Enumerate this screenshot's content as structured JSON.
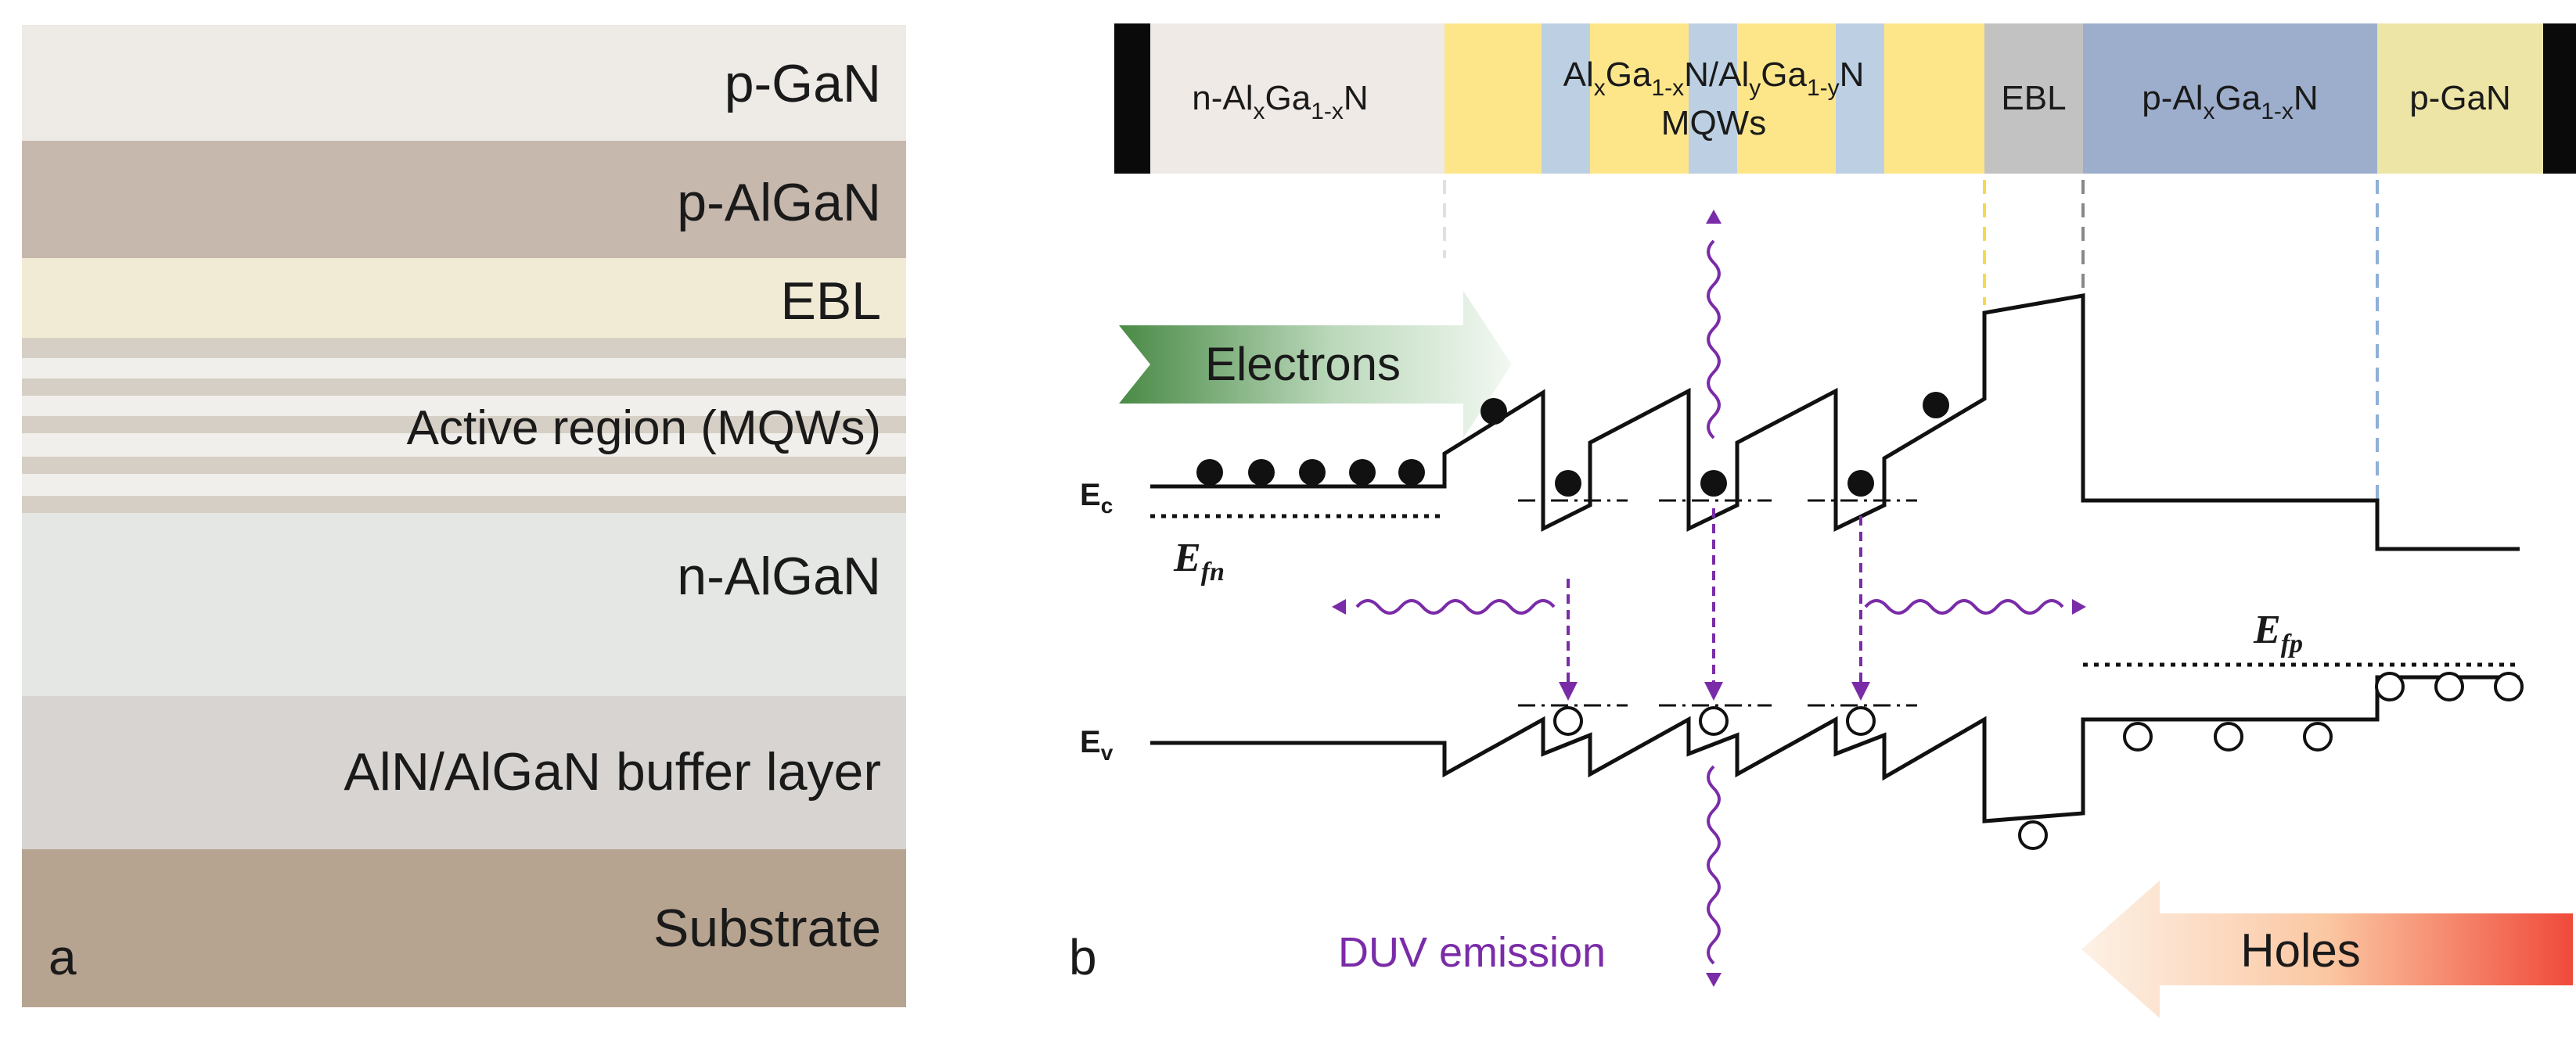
{
  "panel_a": {
    "panel_label": "a",
    "layers": {
      "p_gan": "p-GaN",
      "p_algan": "p-AlGaN",
      "ebl": "EBL",
      "active": "Active region (MQWs)",
      "n_algan": "n-AlGaN",
      "buffer": "AlN/AlGaN buffer layer",
      "substrate": "Substrate"
    },
    "colors": {
      "p_gan": "#eeeae6",
      "p_algan": "#c7b8ae",
      "ebl": "#f1ebd6",
      "active_dark": "#d6cfc5",
      "active_light": "#f1efec",
      "n_algan": "#e4e7e3",
      "buffer": "#d8d4d1",
      "substrate": "#b6a390"
    }
  },
  "panel_b": {
    "panel_label": "b",
    "bar": {
      "n_algan": {
        "main": "n-Al",
        "s1": "x",
        "mid": "Ga",
        "s2": "1-x",
        "end": "N"
      },
      "mqw_line1": {
        "a": "Al",
        "s1": "x",
        "b": "Ga",
        "s2": "1-x",
        "c": "N/Al",
        "s3": "y",
        "d": "Ga",
        "s4": "1-y",
        "e": "N"
      },
      "mqw_line2": "MQWs",
      "ebl": "EBL",
      "p_algan": {
        "main": "p-Al",
        "s1": "x",
        "mid": "Ga",
        "s2": "1-x",
        "end": "N"
      },
      "p_gan": "p-GaN"
    },
    "band_labels": {
      "ec_main": "E",
      "ec_sub": "c",
      "ev_main": "E",
      "ev_sub": "v",
      "efn_main": "E",
      "efn_sub": "fn",
      "efp_main": "E",
      "efp_sub": "fp"
    },
    "electrons_label": "Electrons",
    "holes_label": "Holes",
    "duv_label": "DUV emission",
    "colors": {
      "bar_n": "#efeae6",
      "bar_barrier": "#fde68a",
      "bar_well": "#bdd0e3",
      "bar_ebl": "#c2c2c2",
      "bar_p_algan": "#9daecd",
      "bar_p_gan": "#ede5a6",
      "emission": "#7a2ca8",
      "electrons_arrow": "#4a8a46",
      "holes_arrow": "#f04a3a"
    }
  }
}
